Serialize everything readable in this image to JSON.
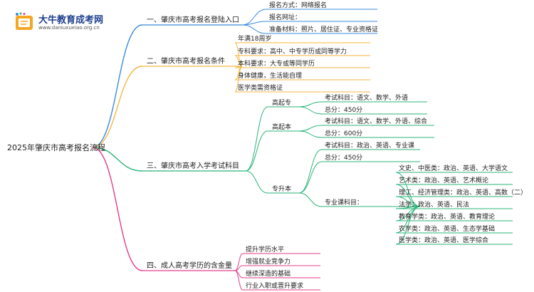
{
  "logo": {
    "title": "大牛教育成考网",
    "url": "www.daniuxueiao.org.cn",
    "color": "#f5a623"
  },
  "root": "2025年肇庆市高考报名流程",
  "branches": [
    {
      "label": "一、肇庆市高考报名登陆入口",
      "color": "#3b8bdc",
      "children": [
        {
          "label": "报名方式：网络报名"
        },
        {
          "label": "报名网址："
        },
        {
          "label": "准备材料：照片、居住证、专业资格证"
        }
      ]
    },
    {
      "label": "二、肇庆市高考报名条件",
      "color": "#f5b642",
      "children": [
        {
          "label": "年满18周岁"
        },
        {
          "label": "专科要求：高中、中专学历或同等学力"
        },
        {
          "label": "本科要求：大专或等同学历"
        },
        {
          "label": "身体健康，生活能自理"
        },
        {
          "label": "医学类需资格证"
        }
      ]
    },
    {
      "label": "三、肇庆市高考入学考试科目",
      "color": "#2bb57a",
      "children": [
        {
          "label": "高起专",
          "children": [
            {
              "label": "考试科目：语文、数学、外语"
            },
            {
              "label": "总分：450分"
            }
          ]
        },
        {
          "label": "高起本",
          "children": [
            {
              "label": "考试科目：语文、数学、外语、综合"
            },
            {
              "label": "总分：600分"
            }
          ]
        },
        {
          "label": "专升本",
          "children": [
            {
              "label": "考试科目：政治、英语、专业课"
            },
            {
              "label": "总分：450分"
            },
            {
              "label": "专业课科目：",
              "children": [
                {
                  "label": "文史、中医类：政治、英语、大学语文"
                },
                {
                  "label": "艺术类：政治、英语、艺术概论"
                },
                {
                  "label": "理工、经济管理类：政治、英语、高数（二）"
                },
                {
                  "label": "法学：政治、英语、民法"
                },
                {
                  "label": "教育学类：政治、英语、教育理论"
                },
                {
                  "label": "农学类：政治、英语、生态学基础"
                },
                {
                  "label": "医学类：政治、英语、医学综合"
                }
              ]
            }
          ]
        }
      ]
    },
    {
      "label": "四、成人高考学历的含金量",
      "color": "#e23d8a",
      "children": [
        {
          "label": "提升学历水平"
        },
        {
          "label": "增强就业竞争力"
        },
        {
          "label": "继续深造的基础"
        },
        {
          "label": "行业入职或晋升要求"
        }
      ]
    }
  ]
}
